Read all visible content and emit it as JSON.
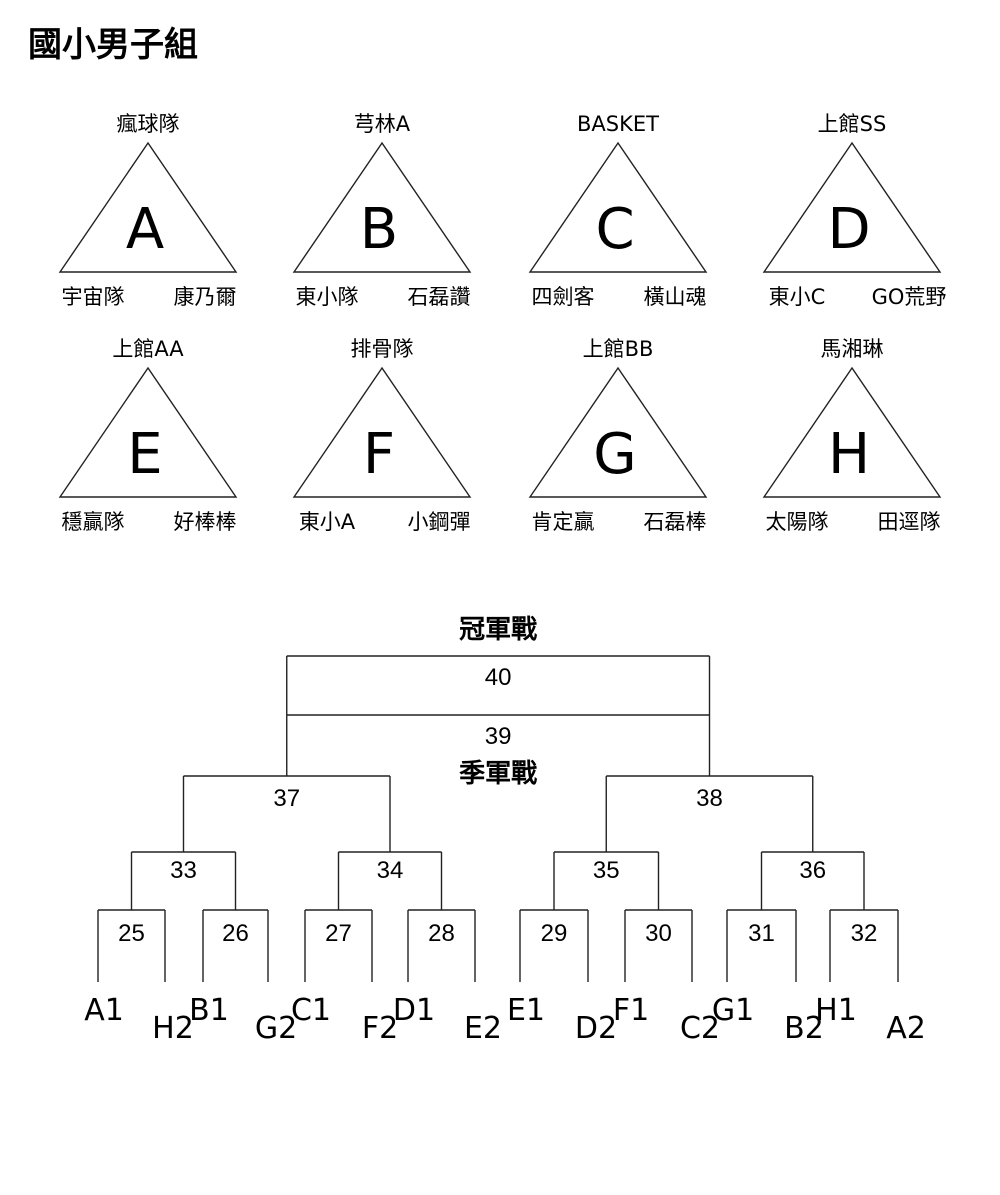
{
  "title": "國小男子組",
  "groups": [
    {
      "letter": "A",
      "top": "瘋球隊",
      "left": "宇宙隊",
      "right": "康乃爾"
    },
    {
      "letter": "B",
      "top": "芎林A",
      "left": "東小隊",
      "right": "石磊讚"
    },
    {
      "letter": "C",
      "top": "BASKET",
      "left": "四劍客",
      "right": "橫山魂"
    },
    {
      "letter": "D",
      "top": "上館SS",
      "left": "東小C",
      "right": "GO荒野"
    },
    {
      "letter": "E",
      "top": "上館AA",
      "left": "穩贏隊",
      "right": "好棒棒"
    },
    {
      "letter": "F",
      "top": "排骨隊",
      "left": "東小A",
      "right": "小鋼彈"
    },
    {
      "letter": "G",
      "top": "上館BB",
      "left": "肯定贏",
      "right": "石磊棒"
    },
    {
      "letter": "H",
      "top": "馬湘琳",
      "left": "太陽隊",
      "right": "田逕隊"
    }
  ],
  "bracket": {
    "champion_label": "冠軍戰",
    "third_label": "季軍戰",
    "final_match": "40",
    "third_match": "39",
    "semis": [
      "37",
      "38"
    ],
    "quarters": [
      "33",
      "34",
      "35",
      "36"
    ],
    "round1": [
      "25",
      "26",
      "27",
      "28",
      "29",
      "30",
      "31",
      "32"
    ],
    "seeds": [
      "A1",
      "H2",
      "B1",
      "G2",
      "C1",
      "F2",
      "D1",
      "E2",
      "E1",
      "D2",
      "F1",
      "C2",
      "G1",
      "B2",
      "H1",
      "A2"
    ]
  }
}
